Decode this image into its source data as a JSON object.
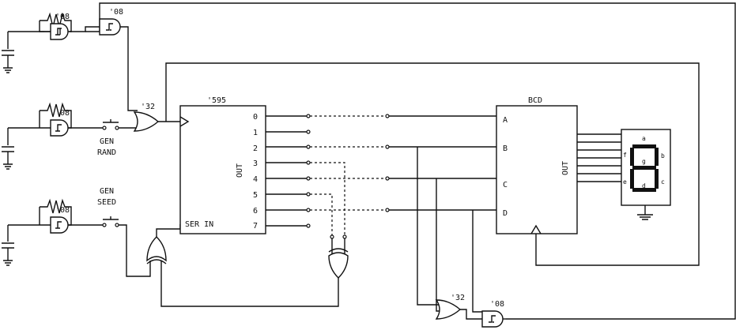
{
  "gates": {
    "clock_schmitt": "'08",
    "clock_and": "'08",
    "rand_schmitt": "'08",
    "seed_schmitt": "'08",
    "or_gate": "'32",
    "out_or": "'32",
    "out_and": "'08"
  },
  "switches": {
    "gen_rand": [
      "GEN",
      "RAND"
    ],
    "gen_seed": [
      "GEN",
      "SEED"
    ]
  },
  "shift_register": {
    "part": "'595",
    "outputs": [
      "0",
      "1",
      "2",
      "3",
      "4",
      "5",
      "6",
      "7"
    ],
    "out_label": "OUT",
    "serial_in": "SER IN"
  },
  "decoder": {
    "part": "BCD",
    "inputs": [
      "A",
      "B",
      "C",
      "D"
    ],
    "out_label": "OUT"
  },
  "display": {
    "segments": [
      "a",
      "b",
      "c",
      "d",
      "e",
      "f",
      "g"
    ]
  }
}
